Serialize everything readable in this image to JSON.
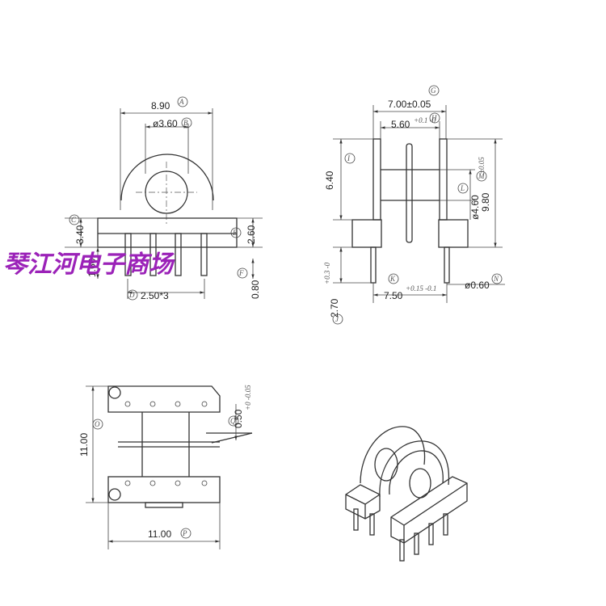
{
  "front": {
    "width": "8.90",
    "width_tag": "A",
    "hole": "ø3.60",
    "hole_tag": "B",
    "tag_c": "C",
    "base_h": "3.40",
    "tag_e": "E",
    "base_h2": "2.60",
    "pin_h": "1.60",
    "tag_d": "D",
    "pitch": "2.50*3",
    "tag_f": "F",
    "pin_len": "0.80"
  },
  "side": {
    "width": "7.00±0.05",
    "width_tag": "G",
    "inner": "5.60",
    "inner_tol": "+0.1 -0",
    "inner_tag": "H",
    "tag_i": "I",
    "height": "6.40",
    "tag_l": "L",
    "core": "ø4.60",
    "core_tol": "±0.05",
    "tag_m": "M",
    "total": "9.80",
    "tag_j": "J",
    "pin_len": "2.70",
    "pin_len_tol": "+0.3 -0",
    "tag_k": "K",
    "pin_sp": "7.50",
    "pin_sp_tol": "+0.15 -0.1",
    "pin_dia": "ø0.60",
    "tag_n": "N"
  },
  "top": {
    "height": "11.00",
    "height_tag": "O",
    "width": "11.00",
    "width_tag": "P",
    "tag_q": "Q",
    "slot": "0.50",
    "slot_tol": "+0 -0.05"
  },
  "watermark": "琴江河电子商场"
}
